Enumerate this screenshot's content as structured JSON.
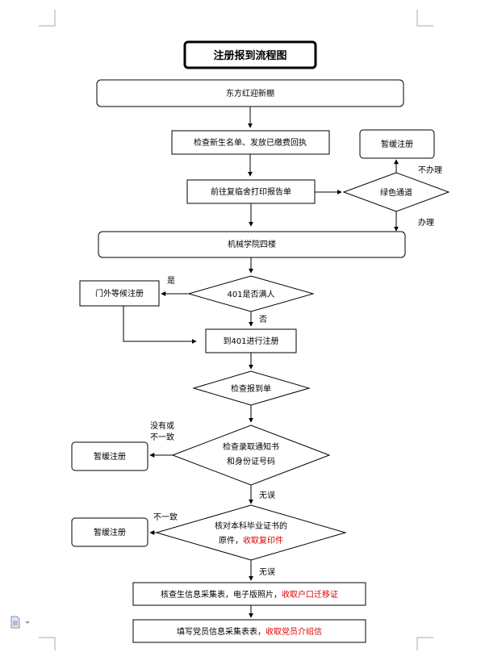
{
  "title": "注册报到流程图",
  "nodes": {
    "start": "东方红迎新棚",
    "check_list": "检查新生名单、发放已缴费回执",
    "print_report": "前往复临舍打印报告单",
    "green_channel": "绿色通道",
    "defer_top": "暂缓注册",
    "mech_building": "机械学院四楼",
    "room_full": "401是否满人",
    "wait_outside": "门外等候注册",
    "register_401": "到401进行注册",
    "check_report": "检查报到单",
    "check_notice_1": "检查录取通知书",
    "check_notice_2": "和身份证号码",
    "defer_mid": "暂缓注册",
    "verify_1": "核对本科毕业证书的",
    "verify_2_black": "原件，",
    "verify_2_red": "收取复印件",
    "defer_low": "暂缓注册",
    "info_form_black": "核查生信息采集表，电子版照片，",
    "info_form_red": "收取户口迁移证",
    "party_form_black": "填写党员信息采集表表，",
    "party_form_red": "收取党员介绍信"
  },
  "edge_labels": {
    "not_handle": "不办理",
    "handle": "办理",
    "yes": "是",
    "no": "否",
    "missing_1": "没有或",
    "missing_2": "不一致",
    "ok_1": "无误",
    "mismatch": "不一致",
    "ok_2": "无误"
  },
  "colors": {
    "highlight": "#e00000",
    "ink": "#000000"
  }
}
